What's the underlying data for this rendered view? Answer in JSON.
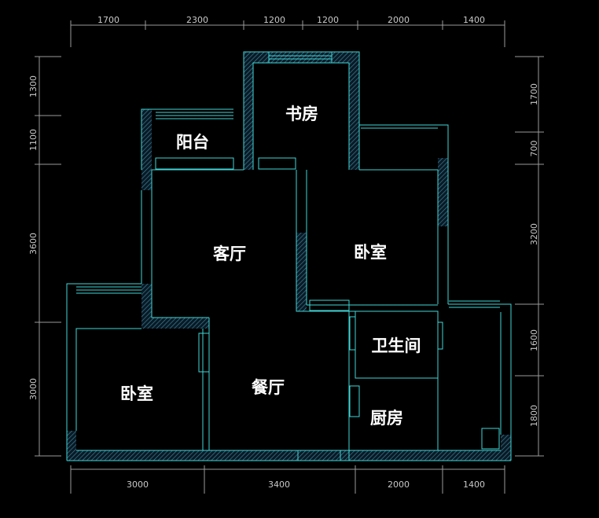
{
  "dimensions": {
    "top": [
      "1700",
      "2300",
      "1200",
      "1200",
      "2000",
      "1400"
    ],
    "bottom": [
      "3000",
      "3400",
      "2000",
      "1400"
    ],
    "left": [
      "1300",
      "1100",
      "3600",
      "3000"
    ],
    "right": [
      "1700",
      "700",
      "3200",
      "1600",
      "1800"
    ]
  },
  "rooms": {
    "study": "书房",
    "balcony": "阳台",
    "living_room": "客厅",
    "bedroom_right": "卧室",
    "bathroom": "卫生间",
    "dining_room": "餐厅",
    "bedroom_left": "卧室",
    "kitchen": "厨房"
  },
  "colors": {
    "background": "#000000",
    "wall_outline": "#3fd6d6",
    "dimension_line": "#9a9a9a",
    "label": "#ffffff"
  }
}
